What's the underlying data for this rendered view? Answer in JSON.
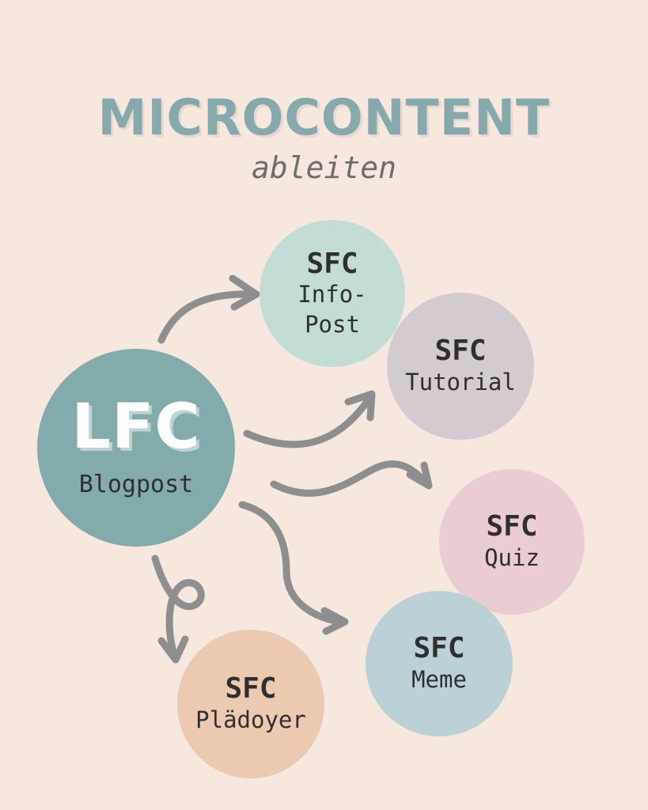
{
  "title": "MICROCONTENT",
  "subtitle": "ableiten",
  "center": {
    "head": "LFC",
    "sub": "Blogpost",
    "color": "#84abab"
  },
  "nodes": [
    {
      "head": "SFC",
      "sub1": "Info-",
      "sub2": "Post",
      "color": "#c3ddd6"
    },
    {
      "head": "SFC",
      "sub1": "Tutorial",
      "color": "#d3cbcf"
    },
    {
      "head": "SFC",
      "sub1": "Quiz",
      "color": "#eacdd2"
    },
    {
      "head": "SFC",
      "sub1": "Meme",
      "color": "#bcd1d6"
    },
    {
      "head": "SFC",
      "sub1": "Plädoyer",
      "color": "#ebcab1"
    }
  ],
  "arrow_color": "#8a8a8a"
}
